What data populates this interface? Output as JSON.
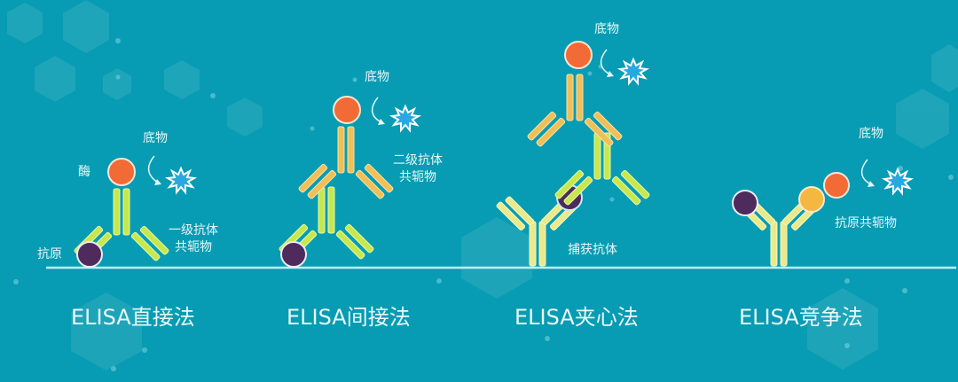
{
  "colors": {
    "background": "#079cb3",
    "baseline": "#bff3f7",
    "primary_antibody": "#c7e84d",
    "secondary_antibody": "#f0bf58",
    "capture_antibody": "#eaea8a",
    "enzyme": "#f26a35",
    "antigen": "#4e2b5c",
    "antigen_conjugate": "#f4b840",
    "substrate_star": "#ffffff",
    "substrate_core": "#29a8e0",
    "text": "#e6f7f8"
  },
  "panels": [
    {
      "title": "ELISA直接法",
      "labels": {
        "substrate": "底物",
        "enzyme": "酶",
        "antigen": "抗原",
        "conjugate": [
          "一级抗体",
          "共轭物"
        ]
      }
    },
    {
      "title": "ELISA间接法",
      "labels": {
        "substrate": "底物",
        "conjugate": [
          "二级抗体",
          "共轭物"
        ]
      }
    },
    {
      "title": "ELISA夹心法",
      "labels": {
        "substrate": "底物",
        "capture": "捕获抗体"
      }
    },
    {
      "title": "ELISA竞争法",
      "labels": {
        "substrate": "底物",
        "conjugate": "抗原共轭物"
      }
    }
  ]
}
